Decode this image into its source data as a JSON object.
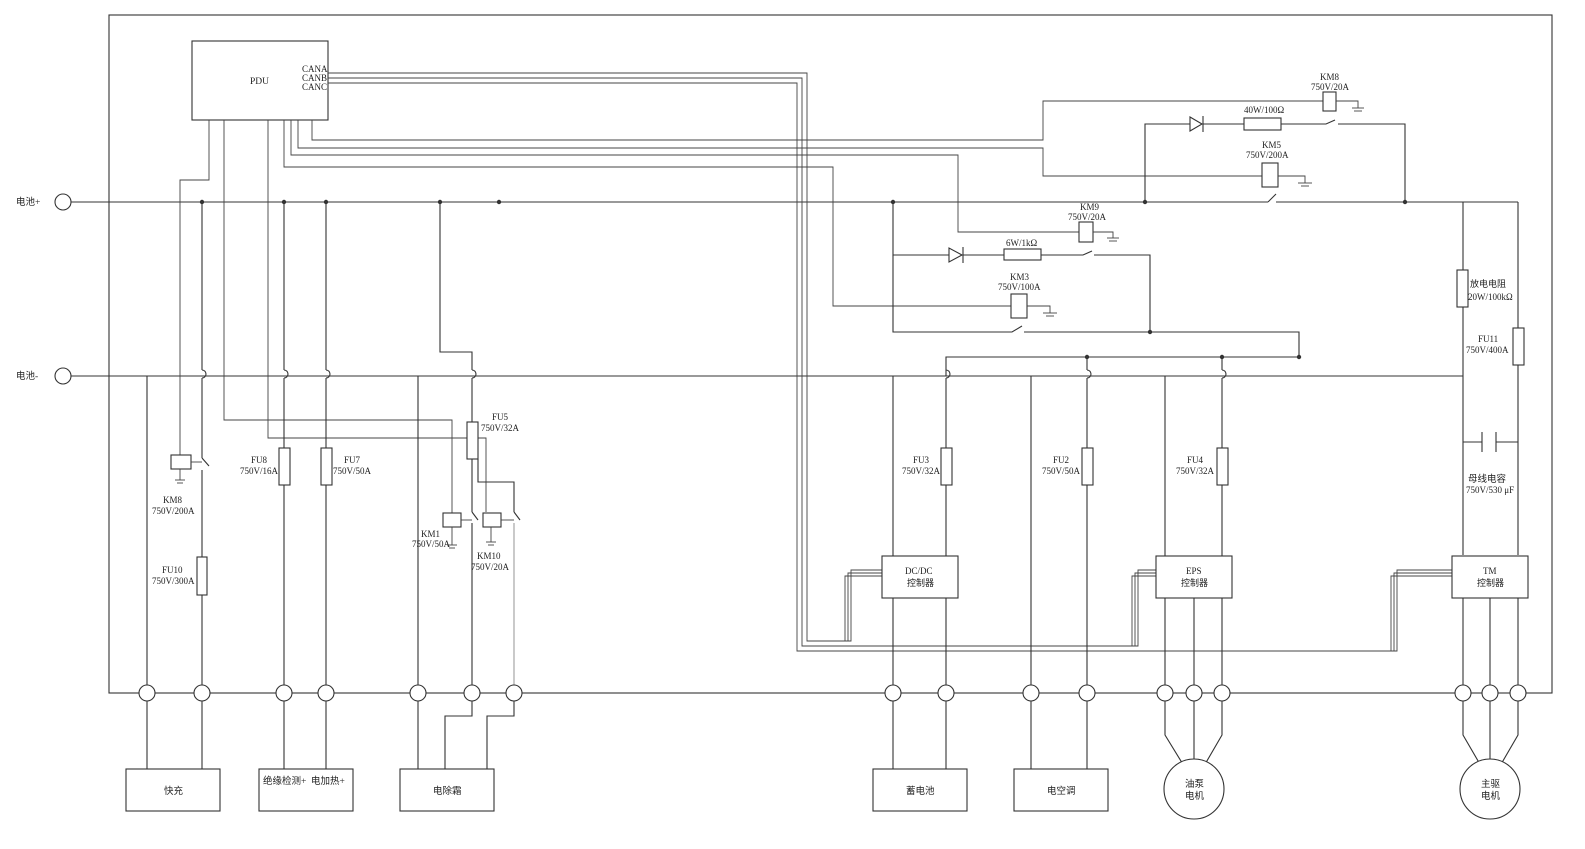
{
  "pdu": {
    "name": "PDU",
    "ports": [
      "CANA",
      "CANB",
      "CANC"
    ]
  },
  "terminals": {
    "pos": "电池+",
    "neg": "电池-"
  },
  "components": {
    "km8_top": {
      "name": "KM8",
      "rating": "750V/20A"
    },
    "r40": {
      "rating": "40W/100Ω"
    },
    "km5": {
      "name": "KM5",
      "rating": "750V/200A"
    },
    "km9": {
      "name": "KM9",
      "rating": "750V/20A"
    },
    "r6": {
      "rating": "6W/1kΩ"
    },
    "km3": {
      "name": "KM3",
      "rating": "750V/100A"
    },
    "discharge": {
      "name": "放电电阻",
      "rating": "20W/100kΩ"
    },
    "fu11": {
      "name": "FU11",
      "rating": "750V/400A"
    },
    "bus_cap": {
      "name": "母线电容",
      "rating": "750V/530 μF"
    },
    "km8_left": {
      "name": "KM8",
      "rating": "750V/200A"
    },
    "fu10": {
      "name": "FU10",
      "rating": "750V/300A"
    },
    "fu8": {
      "name": "FU8",
      "rating": "750V/16A"
    },
    "fu7": {
      "name": "FU7",
      "rating": "750V/50A"
    },
    "fu5": {
      "name": "FU5",
      "rating": "750V/32A"
    },
    "km1": {
      "name": "KM1",
      "rating": "750V/50A"
    },
    "km10": {
      "name": "KM10",
      "rating": "750V/20A"
    },
    "fu3": {
      "name": "FU3",
      "rating": "750V/32A"
    },
    "fu2": {
      "name": "FU2",
      "rating": "750V/50A"
    },
    "fu4": {
      "name": "FU4",
      "rating": "750V/32A"
    }
  },
  "controllers": {
    "dcdc": {
      "name": "DC/DC",
      "sub": "控制器"
    },
    "eps": {
      "name": "EPS",
      "sub": "控制器"
    },
    "tm": {
      "name": "TM",
      "sub": "控制器"
    }
  },
  "loads": {
    "fast_charge": "快充",
    "insulation": "绝缘检测+",
    "heater": "电加热+",
    "defrost": "电除霜",
    "battery": "蓄电池",
    "aircon": "电空调",
    "pump_motor": [
      "油泵",
      "电机"
    ],
    "main_motor": [
      "主驱",
      "电机"
    ]
  }
}
